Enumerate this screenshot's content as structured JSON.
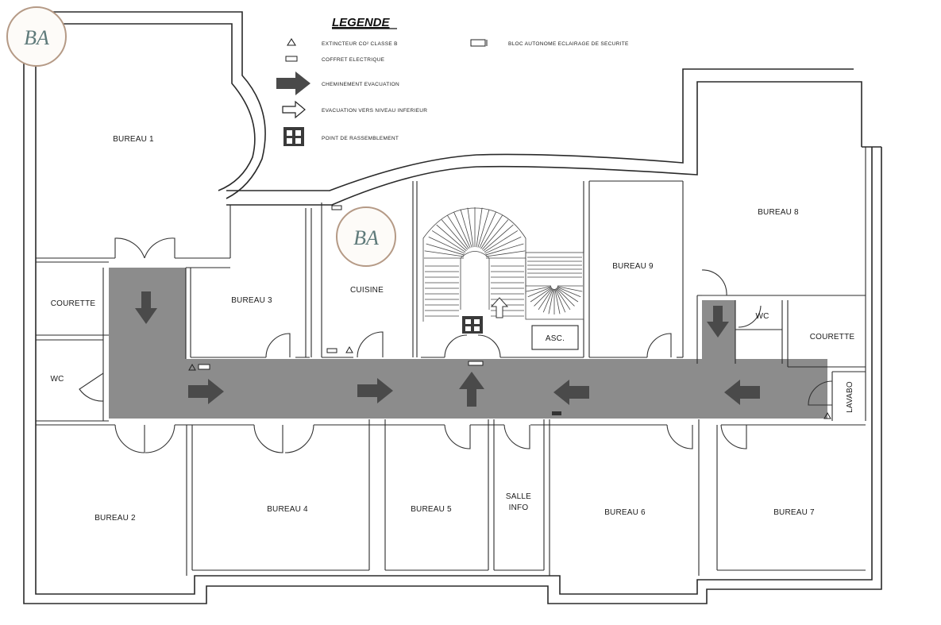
{
  "legend": {
    "title": "LEGENDE",
    "items": [
      {
        "icon": "extinguisher-triangle-icon",
        "label": "EXTINCTEUR CO² CLASSE B"
      },
      {
        "icon": "electrical-box-icon",
        "label": "COFFRET ELECTRIQUE"
      },
      {
        "icon": "evacuation-arrow-icon",
        "label": "CHEMINEMENT EVACUATION"
      },
      {
        "icon": "evacuation-down-arrow-icon",
        "label": "EVACUATION VERS NIVEAU INFERIEUR"
      },
      {
        "icon": "assembly-point-icon",
        "label": "POINT DE RASSEMBLEMENT"
      },
      {
        "icon": "emergency-light-icon",
        "label": "BLOC AUTONOME ECLAIRAGE DE SECURITE"
      }
    ]
  },
  "rooms": {
    "bureau1": "BUREAU 1",
    "bureau2": "BUREAU 2",
    "bureau3": "BUREAU 3",
    "bureau4": "BUREAU 4",
    "bureau5": "BUREAU 5",
    "bureau6": "BUREAU 6",
    "bureau7": "BUREAU 7",
    "bureau8": "BUREAU 8",
    "bureau9": "BUREAU 9",
    "cuisine": "CUISINE",
    "courette_left": "COURETTE",
    "courette_right": "COURETTE",
    "wc_left": "WC",
    "wc_right": "WC",
    "asc": "ASC.",
    "salle_info_1": "SALLE",
    "salle_info_2": "INFO",
    "lavabo": "LAVABO"
  },
  "logo": {
    "monogram": "BA",
    "colors": {
      "ring": "#b59a86",
      "text": "#5e7a7a"
    }
  },
  "colors": {
    "corridor": "#8c8c8c",
    "arrow": "#4a4a4a",
    "wall": "#2a2a2a"
  }
}
